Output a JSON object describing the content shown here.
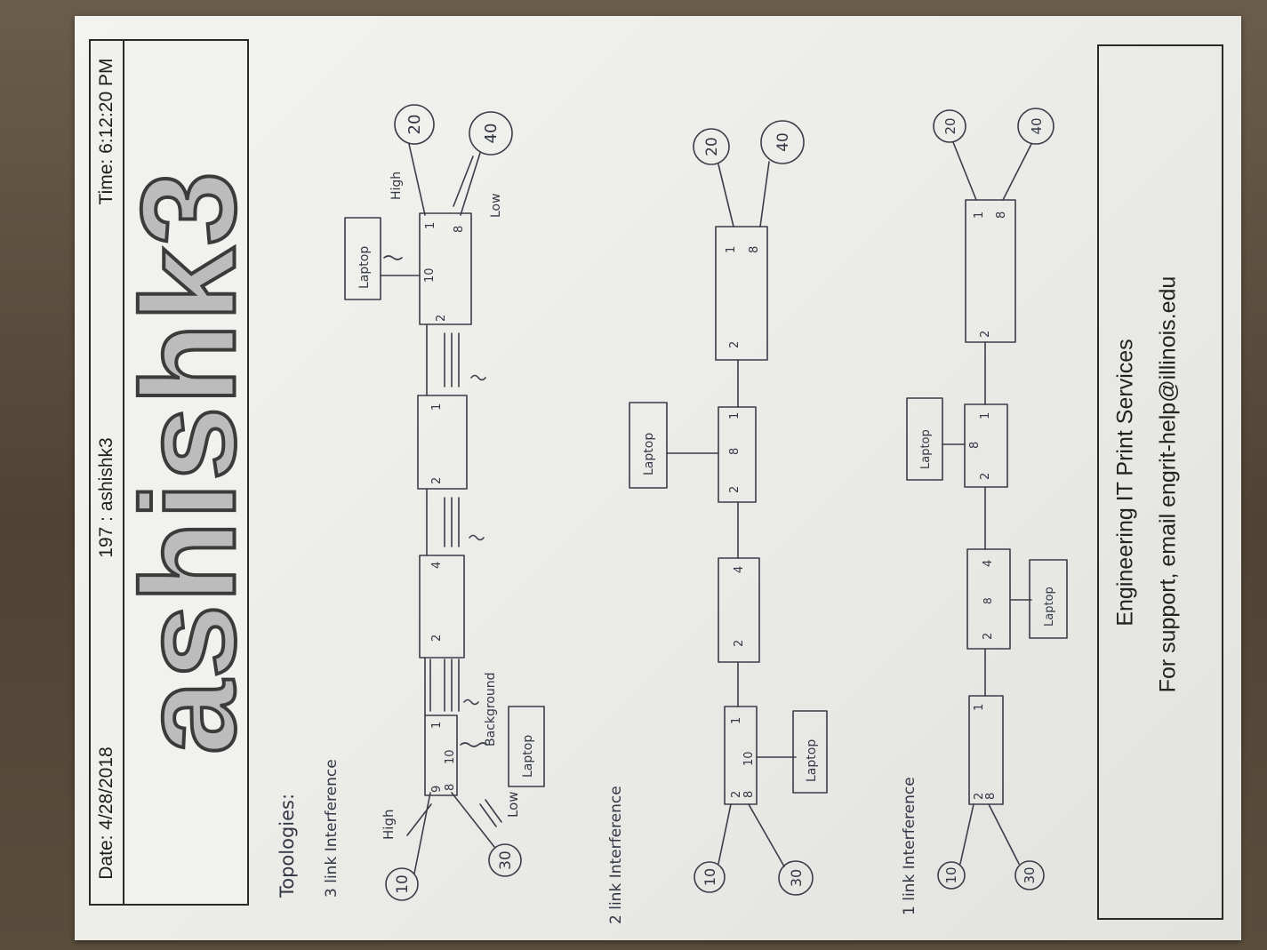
{
  "print_banner": {
    "date": "Date: 4/28/2018",
    "job": "197 : ashishk3",
    "time": "Time: 6:12:20 PM",
    "username": "ashishk3"
  },
  "footer": {
    "line1": "Engineering IT Print Services",
    "line2": "For support, email engrit-help@illinois.edu"
  },
  "notes": {
    "heading": "Topologies:",
    "sections": [
      {
        "title": "3 link Interference",
        "labels": {
          "high_left": "High",
          "low_left": "Low",
          "background": "Background",
          "high_right": "High",
          "low_right": "Low"
        },
        "laptops": [
          "Laptop",
          "Laptop"
        ],
        "nodes": [
          "10",
          "30",
          "20",
          "40"
        ],
        "boxes": [
          {
            "ports": [
              "9",
              "8",
              "10",
              "1"
            ]
          },
          {
            "ports": [
              "2",
              "4"
            ]
          },
          {
            "ports": [
              "2",
              "1"
            ]
          },
          {
            "ports": [
              "2",
              "10",
              "1",
              "8"
            ]
          }
        ]
      },
      {
        "title": "2 link Interference",
        "laptops": [
          "Laptop",
          "Laptop"
        ],
        "nodes": [
          "10",
          "30",
          "20",
          "40"
        ],
        "boxes": [
          {
            "ports": [
              "2",
              "8",
              "10",
              "1"
            ]
          },
          {
            "ports": [
              "2",
              "4"
            ]
          },
          {
            "ports": [
              "2",
              "8",
              "1"
            ]
          },
          {
            "ports": [
              "2",
              "1",
              "8"
            ]
          }
        ]
      },
      {
        "title": "1 link Interference",
        "laptops": [
          "Laptop",
          "Laptop"
        ],
        "nodes": [
          "10",
          "30",
          "20",
          "40"
        ],
        "boxes": [
          {
            "ports": [
              "2",
              "8",
              "1"
            ]
          },
          {
            "ports": [
              "2",
              "8",
              "4"
            ]
          },
          {
            "ports": [
              "2",
              "8",
              "1"
            ]
          },
          {
            "ports": [
              "2",
              "1",
              "8"
            ]
          }
        ]
      }
    ]
  }
}
